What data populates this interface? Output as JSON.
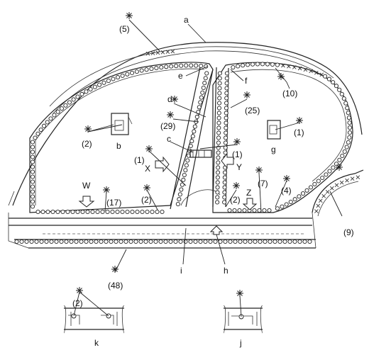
{
  "labels": {
    "a": "a",
    "b": "b",
    "c": "c",
    "d": "d",
    "e": "e",
    "f": "f",
    "g": "g",
    "h": "h",
    "i": "i",
    "j": "j",
    "k": "k",
    "W": "W",
    "X": "X",
    "Y": "Y",
    "Z": "Z"
  },
  "counts": {
    "c5": "(5)",
    "c10": "(10)",
    "c25": "(25)",
    "c29": "(29)",
    "c2_b": "(2)",
    "c1_g": "(1)",
    "c1_x": "(1)",
    "c1_y": "(1)",
    "c17": "(17)",
    "c2_w": "(2)",
    "c2_z": "(2)",
    "c7": "(7)",
    "c4": "(4)",
    "c9": "(9)",
    "c48": "(48)",
    "c2_k": "(2)"
  }
}
